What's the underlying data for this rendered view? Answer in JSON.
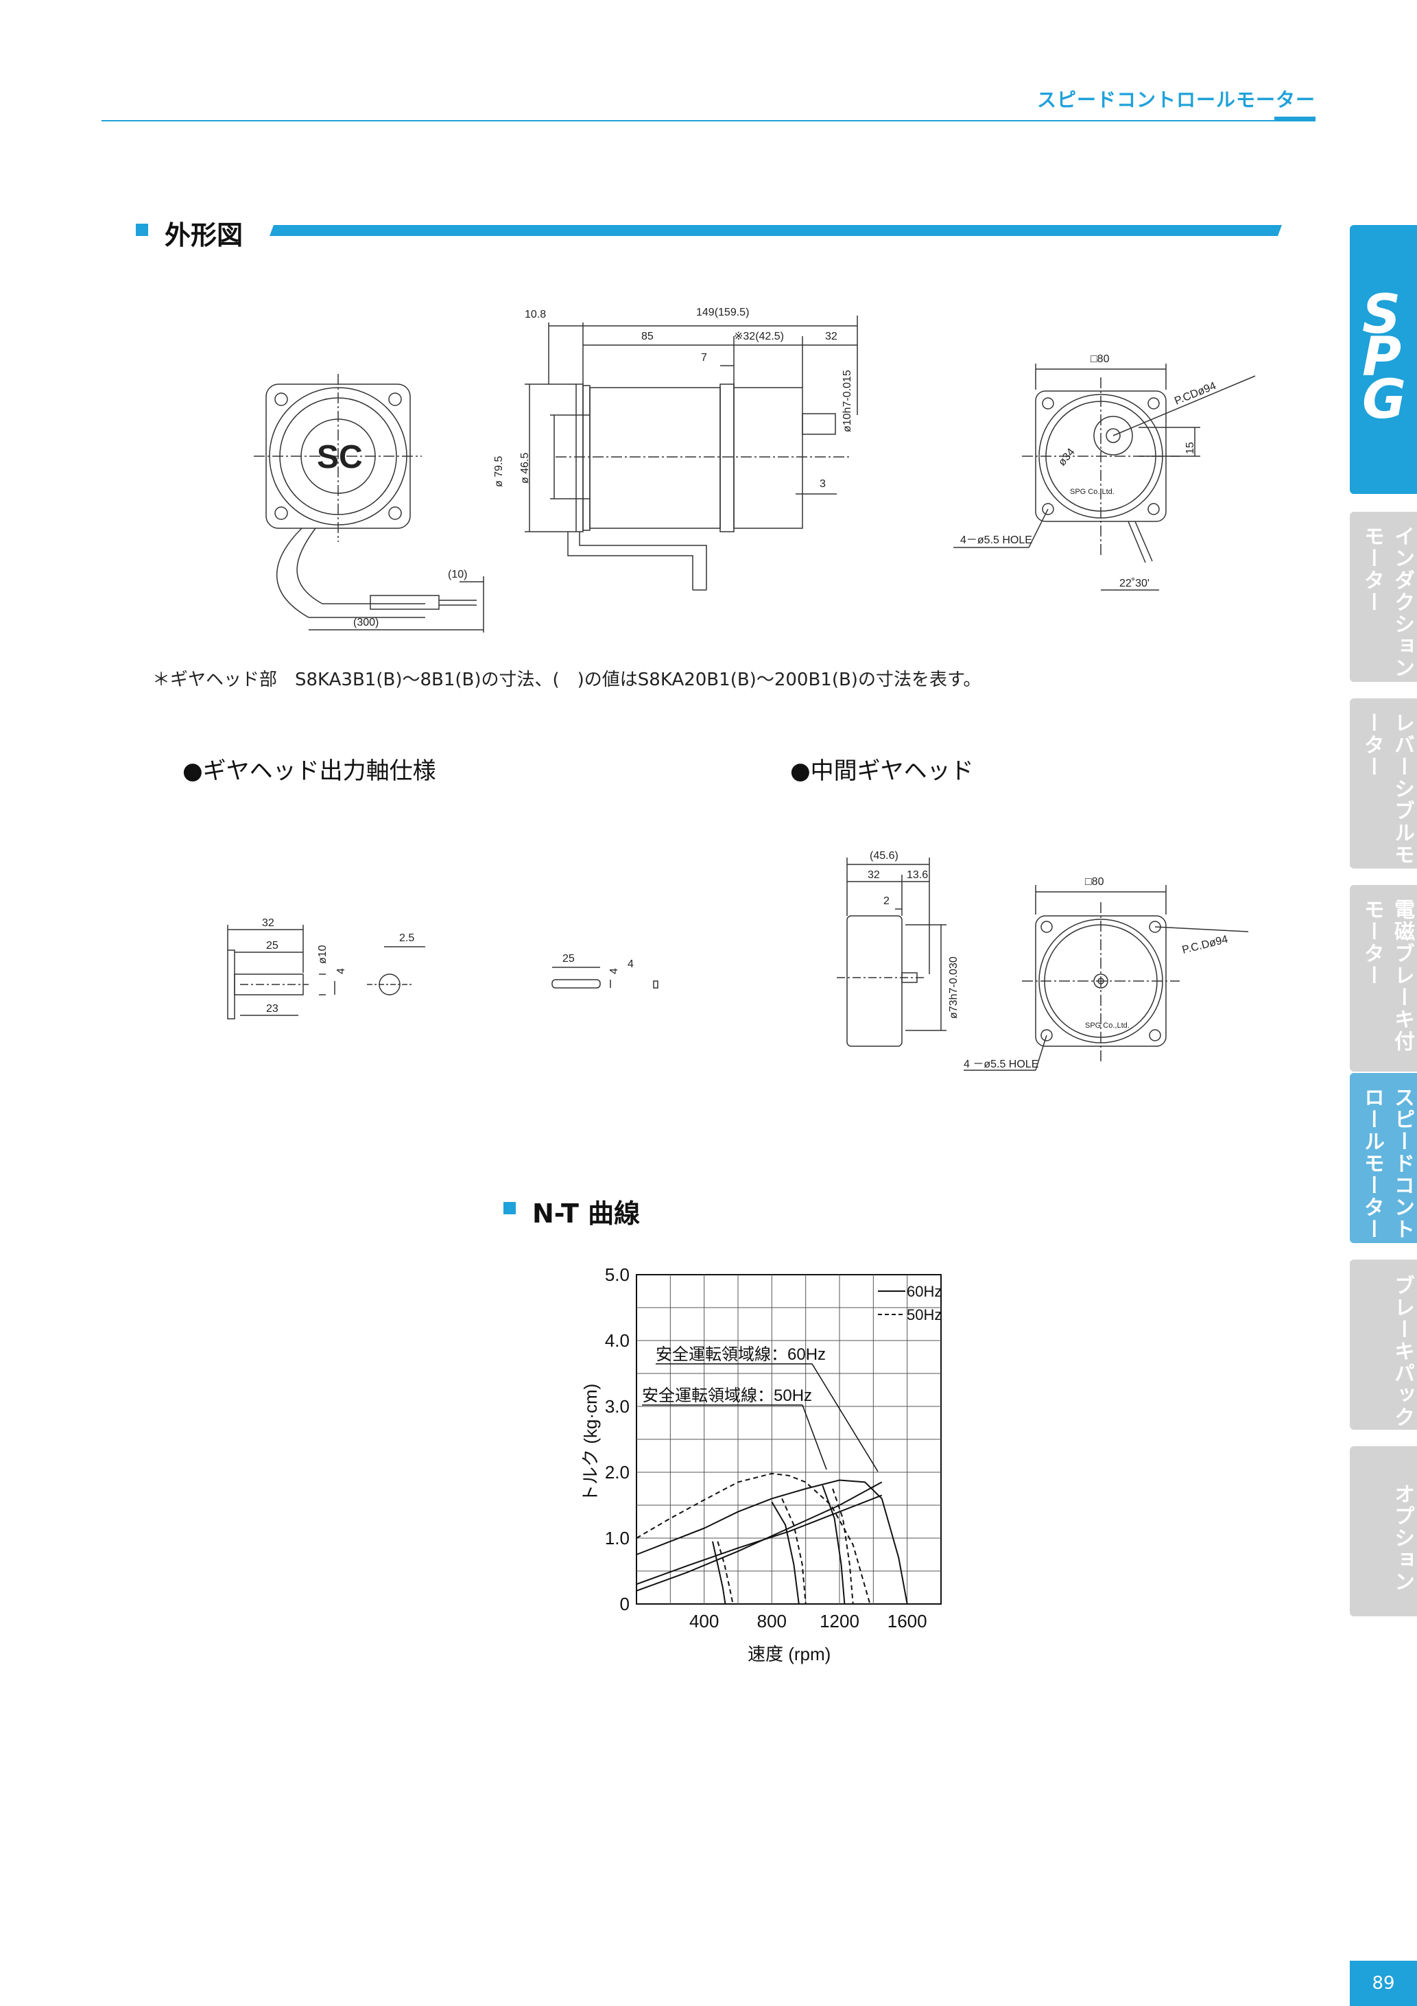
{
  "header": {
    "title": "スピードコントロールモーター"
  },
  "sections": {
    "outline_title": "外形図",
    "nt_title": "N-T 曲線"
  },
  "outline_note": "＊ギヤヘッド部　S8KA3B1(B)～8B1(B)の寸法、(　)の値はS8KA20B1(B)～200B1(B)の寸法を表す。",
  "subheadings": {
    "shaft_spec": "●ギヤヘッド出力軸仕様",
    "intermediate": "●中間ギヤヘッド"
  },
  "drawing_labels": {
    "side_top_total": "149(159.5)",
    "side_10_8": "10.8",
    "side_85": "85",
    "side_32_425": "※32(42.5)",
    "side_32": "32",
    "side_7": "7",
    "side_3": "3",
    "side_d795": "ø 79.5",
    "side_d465": "ø 46.5",
    "side_shaft": "ø10h7-0.015",
    "front_sq80": "□80",
    "front_pcd": "P.CDø94",
    "front_d34": "ø34",
    "front_15": "15",
    "front_hole": "4－ø5.5 HOLE",
    "front_angle": "22˚30'",
    "front_brand": "SPG Co.,Ltd.",
    "motor_10": "(10)",
    "motor_300": "(300)",
    "motor_sc": "SC",
    "shaft_32": "32",
    "shaft_25": "25",
    "shaft_23": "23",
    "shaft_d10": "ø10",
    "shaft_4": "4",
    "shaft_25k": "2.5",
    "key_25": "25",
    "key_4a": "4",
    "key_4b": "4",
    "mid_456": "(45.6)",
    "mid_32": "32",
    "mid_136": "13.6",
    "mid_2": "2",
    "mid_d73": "ø73h7-0.030",
    "mid_sq80": "□80",
    "mid_pcd": "P.C.Dø94",
    "mid_hole": "4 －ø5.5 HOLE",
    "mid_brand": "SPG Co.,Ltd."
  },
  "chart_data": {
    "type": "line",
    "xlabel": "速度 (rpm)",
    "ylabel": "トルク (kg·cm)",
    "x_ticks": [
      "400",
      "800",
      "1200",
      "1600"
    ],
    "y_ticks": [
      "0",
      "1.0",
      "2.0",
      "3.0",
      "4.0",
      "5.0"
    ],
    "xlim": [
      0,
      1800
    ],
    "ylim": [
      0,
      5.0
    ],
    "grid": true,
    "legend": {
      "position": "top-right",
      "entries": [
        {
          "name": "60Hz",
          "style": "solid"
        },
        {
          "name": "50Hz",
          "style": "dashed"
        }
      ]
    },
    "annotations": [
      "安全運転領域線：60Hz",
      "安全運転領域線：50Hz"
    ],
    "series": [
      {
        "name": "60Hz",
        "style": "solid",
        "curves": [
          {
            "x": [
              0,
              200,
              400,
              600,
              800,
              1000,
              1200,
              1350,
              1450,
              1550,
              1600
            ],
            "y": [
              0.75,
              0.95,
              1.15,
              1.4,
              1.6,
              1.75,
              1.88,
              1.85,
              1.6,
              0.7,
              0
            ]
          },
          {
            "x": [
              450,
              480,
              510,
              525
            ],
            "y": [
              0.95,
              0.6,
              0.25,
              0
            ]
          },
          {
            "x": [
              800,
              880,
              930,
              960
            ],
            "y": [
              1.55,
              1.2,
              0.6,
              0
            ]
          },
          {
            "x": [
              1100,
              1170,
              1210,
              1230
            ],
            "y": [
              1.8,
              1.3,
              0.6,
              0
            ]
          }
        ]
      },
      {
        "name": "50Hz",
        "style": "dashed",
        "curves": [
          {
            "x": [
              0,
              200,
              400,
              600,
              800,
              900,
              1000,
              1150,
              1280,
              1380
            ],
            "y": [
              1.0,
              1.3,
              1.58,
              1.85,
              1.98,
              1.95,
              1.85,
              1.5,
              0.9,
              0
            ]
          },
          {
            "x": [
              480,
              520,
              550,
              570
            ],
            "y": [
              0.95,
              0.6,
              0.25,
              0
            ]
          },
          {
            "x": [
              860,
              930,
              980,
              1000
            ],
            "y": [
              1.6,
              1.2,
              0.6,
              0
            ]
          },
          {
            "x": [
              1160,
              1220,
              1260,
              1280
            ],
            "y": [
              1.75,
              1.3,
              0.6,
              0
            ]
          }
        ]
      },
      {
        "name": "安全運転領域線：60Hz",
        "style": "solid",
        "curves": [
          {
            "x": [
              0,
              300,
              600,
              900,
              1200,
              1450
            ],
            "y": [
              0.3,
              0.58,
              0.85,
              1.1,
              1.4,
              1.65
            ]
          }
        ]
      },
      {
        "name": "安全運転領域線：50Hz",
        "style": "solid",
        "curves": [
          {
            "x": [
              0,
              300,
              600,
              900,
              1200,
              1450
            ],
            "y": [
              0.2,
              0.48,
              0.8,
              1.15,
              1.5,
              1.85
            ]
          }
        ]
      }
    ]
  },
  "side_tabs": [
    {
      "label": "SPG",
      "active": true
    },
    {
      "label": "インダクションモーター",
      "active": false
    },
    {
      "label": "レバーシブルモーター",
      "active": false
    },
    {
      "label": "電磁ブレーキ付モーター",
      "active": false
    },
    {
      "label": "スピードコントロールモーター",
      "active": true
    },
    {
      "label": "ブレーキパック",
      "active": false
    },
    {
      "label": "オプション",
      "active": false
    }
  ],
  "page_number": "89",
  "colors": {
    "accent": "#1fa1d9",
    "tab_grey": "#d3d3d3"
  }
}
